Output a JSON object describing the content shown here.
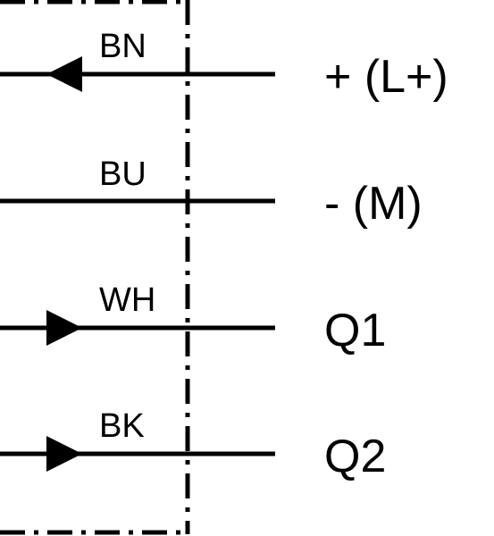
{
  "diagram": {
    "line_color": "#000000",
    "background_color": "#ffffff",
    "wires": [
      {
        "code": "BN",
        "terminal": "+ (L+)",
        "arrow": "left-pointing"
      },
      {
        "code": "BU",
        "terminal": "- (M)",
        "arrow": "none"
      },
      {
        "code": "WH",
        "terminal": "Q1",
        "arrow": "right-pointing"
      },
      {
        "code": "BK",
        "terminal": "Q2",
        "arrow": "right-pointing"
      }
    ]
  }
}
